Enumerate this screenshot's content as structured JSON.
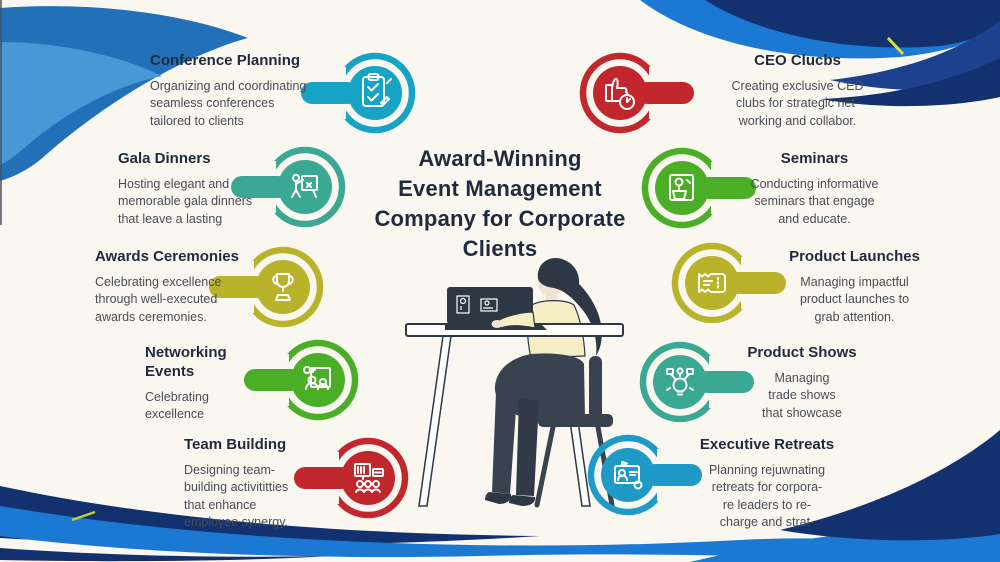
{
  "header": {
    "title": "Award-Winning\nEvent Management\nCompany for Corporate\nClients"
  },
  "left_items": [
    {
      "label": "Conference Planning",
      "description": "Organizing and coordinating\nseamless conferences\ntailored to clients",
      "color": "#17a3c6",
      "icon": "clipboard-check-icon"
    },
    {
      "label": "Gala Dinners",
      "description": "Hosting elegant and\nmemorable gala dinners\nthat leave a lasting",
      "color": "#3aa893",
      "icon": "presenter-board-icon"
    },
    {
      "label": "Awards Ceremonies",
      "description": "Celebrating excellence\nthrough well-executed\nawards ceremonies.",
      "color": "#b9b32b",
      "icon": "trophy-icon"
    },
    {
      "label": "Networking\nEvents",
      "description": "Celebrating\nexcellence",
      "color": "#4bae27",
      "icon": "people-screen-icon"
    },
    {
      "label": "Team Building",
      "description": "Designing team-\nbuilding activititties\nthat enhance\nemployee synergy.",
      "color": "#c1272d",
      "icon": "team-board-icon"
    }
  ],
  "right_items": [
    {
      "label": "CEO Clucbs",
      "description": "Creating exclusive CED\nclubs for strategic net-\nworking and collabor.",
      "color": "#c1272d",
      "icon": "thumbs-up-clock-icon"
    },
    {
      "label": "Seminars",
      "description": "Conducting informative\nseminars that engage\nand educate.",
      "color": "#4bae27",
      "icon": "seminar-speaker-icon"
    },
    {
      "label": "Product Launches",
      "description": "Managing impactful\nproduct launches to\ngrab attention.",
      "color": "#b9b32b",
      "icon": "ticket-icon"
    },
    {
      "label": "Product Shows",
      "description": "Managing\ntrade shows\nthat showcase",
      "color": "#3aa893",
      "icon": "idea-bulb-icon"
    },
    {
      "label": "Executive Retreats",
      "description": "Planning rejuwnating\nretreats for corpora-\nre leaders to re-\ncharge and strat-",
      "color": "#1f9ac6",
      "icon": "video-meeting-icon"
    }
  ],
  "palette": {
    "background": "#faf7f1",
    "heading_text": "#1f2b3c",
    "body_text": "#474d55",
    "wave_bright_blue": "#1b79d4",
    "wave_mid_blue": "#2271b8",
    "wave_light_blue": "#4798d4",
    "wave_navy": "#12316e",
    "accent_yellow": "#d8de3c",
    "accent_green": "#bed23d",
    "illustration_dark": "#2e3744",
    "illustration_sweater": "#f5edc4",
    "illustration_skin": "#f1e3d3"
  }
}
